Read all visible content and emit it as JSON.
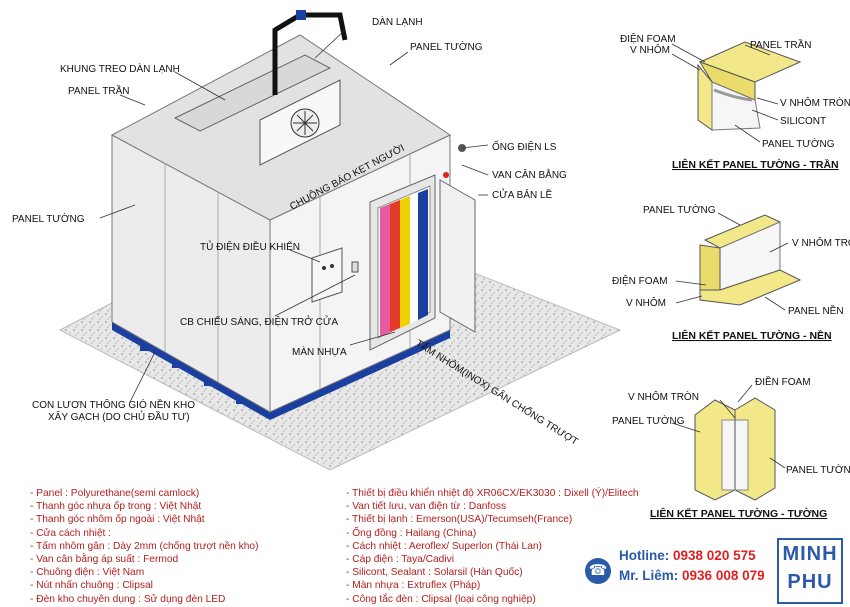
{
  "main_labels": {
    "dan_lanh": "DÀN LẠNH",
    "panel_tuong_top": "PANEL TƯỜNG",
    "khung_treo": "KHUNG TREO DÀN LẠNH",
    "panel_tran": "PANEL TRẦN",
    "ong_dien": "ỐNG ĐIỆN LS",
    "van_can_bang": "VAN CÂN BẰNG",
    "cua_ban_le": "CỬA BẢN LỀ",
    "chuong_bao": "CHUÔNG BÁO KẸT NGƯỜI",
    "panel_tuong_left": "PANEL TƯỜNG",
    "tu_dien": "TỦ ĐIỆN ĐIỀU KHIỂN",
    "cb_chieu_sang": "CB CHIẾU SÁNG, ĐIỆN TRỞ CỬA",
    "man_nhua": "MÀN   NHỰA",
    "tam_nhom": "TẤM NHÔM(INOX) GÂN CHỐNG TRƯỢT",
    "con_luon_1": "CON LƯƠN THÔNG GIÓ NỀN KHO",
    "con_luon_2": "XÂY GẠCH (DO CHỦ ĐẦU TƯ)"
  },
  "detail_ceiling": {
    "dien_foam": "ĐIỆN FOAM",
    "v_nhom": "V NHÔM",
    "panel_tran": "PANEL TRẦN",
    "v_nhom_tron": "V NHÔM TRÒN",
    "silicont": "SILICONT",
    "panel_tuong": "PANEL TƯỜNG",
    "title": "LIÊN KẾT PANEL TƯỜNG - TRẦN"
  },
  "detail_floor": {
    "panel_tuong": "PANEL TƯỜNG",
    "v_nhom_tron": "V NHÔM TRÒN",
    "dien_foam": "ĐIỆN FOAM",
    "v_nhom": "V NHÔM",
    "panel_nen": "PANEL NỀN",
    "title": "LIÊN KẾT PANEL TƯỜNG - NỀN"
  },
  "detail_wall": {
    "dien_foam": "ĐIỀN FOAM",
    "v_nhom_tron": "V NHÔM TRÒN",
    "panel_tuong_left": "PANEL TƯỜNG",
    "panel_tuong_right": "PANEL TƯỜNG",
    "title": "LIÊN KẾT PANEL TƯỜNG - TƯỜNG"
  },
  "specs_left": [
    "- Panel   : Polyurethane(semi camlock)",
    "- Thanh góc nhựa ốp trong   : Việt Nhật",
    "- Thanh góc nhôm ốp ngoài   : Việt Nhật",
    "- Cửa cách nhiệt   :",
    "- Tấm nhôm gân   : Dày 2mm (chống trượt nền kho)",
    "- Van cân bằng áp suất   : Fermod",
    "- Chuông điện   : Việt Nam",
    "- Nút nhấn chuông   : Clipsal",
    "- Đèn kho chuyên dụng   : Sử dụng đèn LED"
  ],
  "specs_right": [
    "- Thiết bị điều khiển nhiệt độ XR06CX/EK3030 : Dixell (Ý)/Elitech",
    "- Van tiết lưu, van điện từ   : Danfoss",
    "- Thiết bị lạnh   : Emerson(USA)/Tecumseh(France)",
    "- Ống đồng   : Hailang (China)",
    "- Cách nhiệt   : Aeroflex/ Superlon (Thái Lan)",
    "- Cáp điện   : Taya/Cadivi",
    "- Silicont, Sealant   : Solarsil (Hàn Quốc)",
    "- Màn nhựa   : Extruflex (Pháp)",
    "- Công tắc đèn   : Clipsal (loại công nghiệp)"
  ],
  "contact": {
    "hotline_label": "Hotline:",
    "hotline_number": "0938 020 575",
    "person_label": "Mr. Liêm:",
    "person_number": "0936 008 079",
    "logo_line1": "MINH",
    "logo_line2": "PHU"
  },
  "colors": {
    "spec_text": "#b32020",
    "contact_label": "#2b5aa8",
    "contact_number": "#e02020",
    "foam_yellow": "#f2e88a",
    "base_blue": "#1a3fa0"
  },
  "icons": [
    "phone-icon",
    "fan-icon"
  ]
}
